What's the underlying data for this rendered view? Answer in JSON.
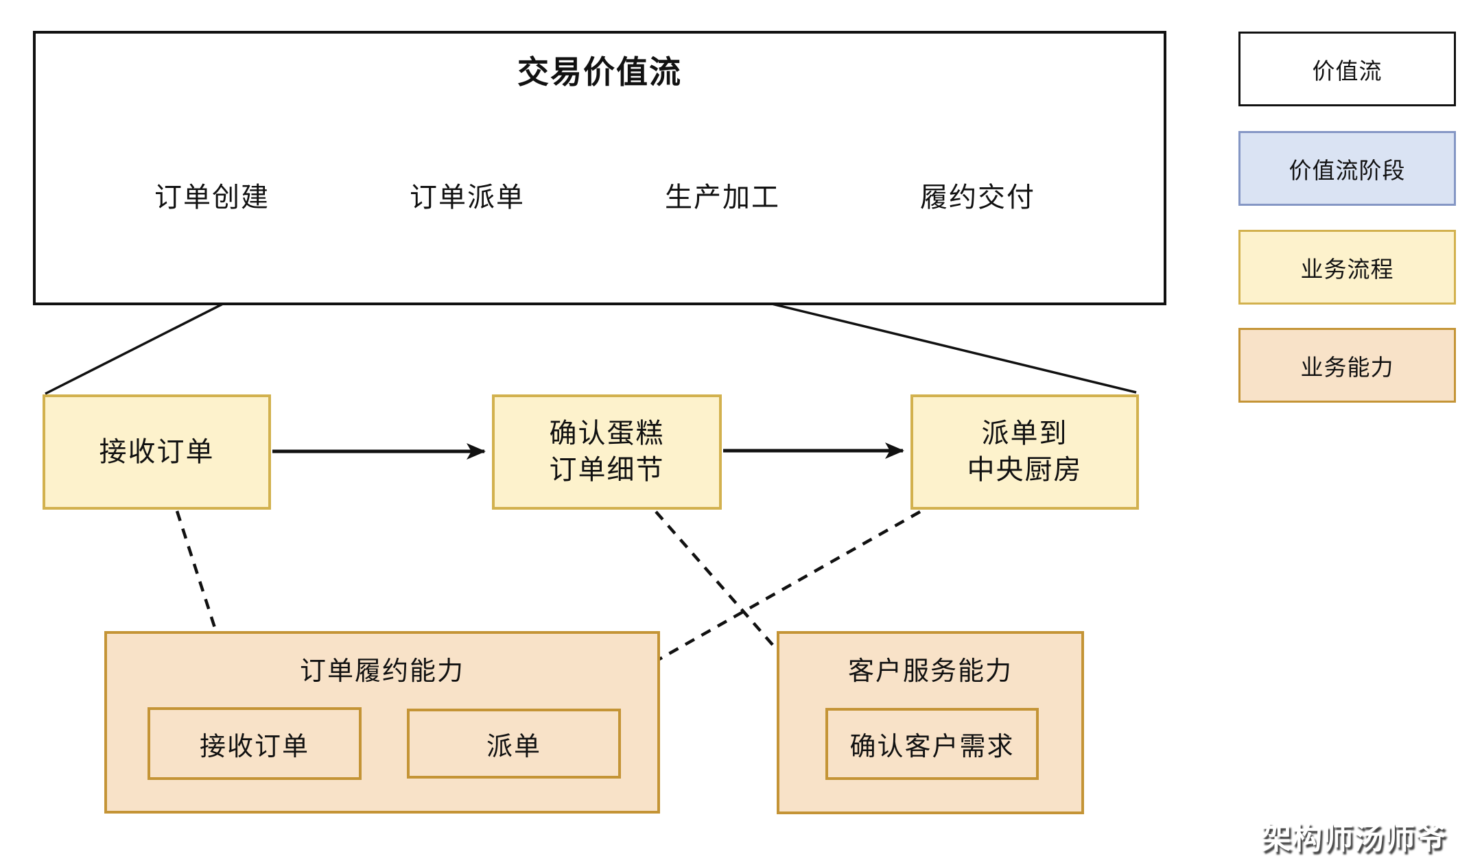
{
  "value_stream": {
    "title": "交易价值流",
    "stages": [
      {
        "label": "订单创建"
      },
      {
        "label": "订单派单"
      },
      {
        "label": "生产加工"
      },
      {
        "label": "履约交付"
      }
    ]
  },
  "processes": [
    {
      "lines": [
        "接收订单"
      ]
    },
    {
      "lines": [
        "确认蛋糕",
        "订单细节"
      ]
    },
    {
      "lines": [
        "派单到",
        "中央厨房"
      ]
    }
  ],
  "capabilities": [
    {
      "title": "订单履约能力",
      "children": [
        "接收订单",
        "派单"
      ]
    },
    {
      "title": "客户服务能力",
      "children": [
        "确认客户需求"
      ]
    }
  ],
  "legend": [
    {
      "label": "价值流"
    },
    {
      "label": "价值流阶段"
    },
    {
      "label": "业务流程"
    },
    {
      "label": "业务能力"
    }
  ],
  "watermark": "架构师汤师爷",
  "colors": {
    "stage_fill": "#dae3f3",
    "stage_border": "#8496c4",
    "process_fill": "#fdf2cc",
    "process_border": "#d2b14e",
    "capability_fill": "#f8e2c8",
    "capability_border": "#c49436",
    "line_color": "#111111",
    "box_border": "#111111"
  }
}
